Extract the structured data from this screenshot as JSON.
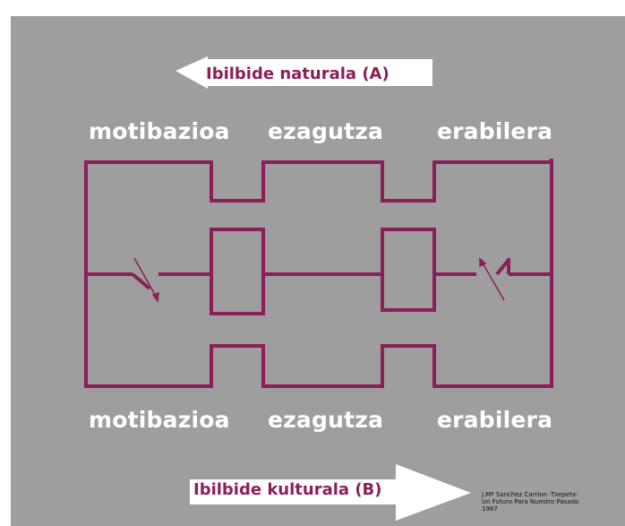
{
  "arrows": {
    "top_label": "Ibilbide naturala (A)",
    "bottom_label": "Ibilbide kulturala (B)"
  },
  "stages_top": [
    "motibazioa",
    "ezagutza",
    "erabilera"
  ],
  "stages_bottom": [
    "motibazioa",
    "ezagutza",
    "erabilera"
  ],
  "credit": {
    "line1": "J.Mª Sanchez Carrion -Txepetx-",
    "line2": "Un Futuro Para Nuestro Pasado",
    "line3": "1987"
  },
  "colors": {
    "background": "#9e9e9e",
    "circuit": "#8b1f57",
    "arrow_fill": "#ffffff",
    "stage_text": "#ffffff"
  }
}
